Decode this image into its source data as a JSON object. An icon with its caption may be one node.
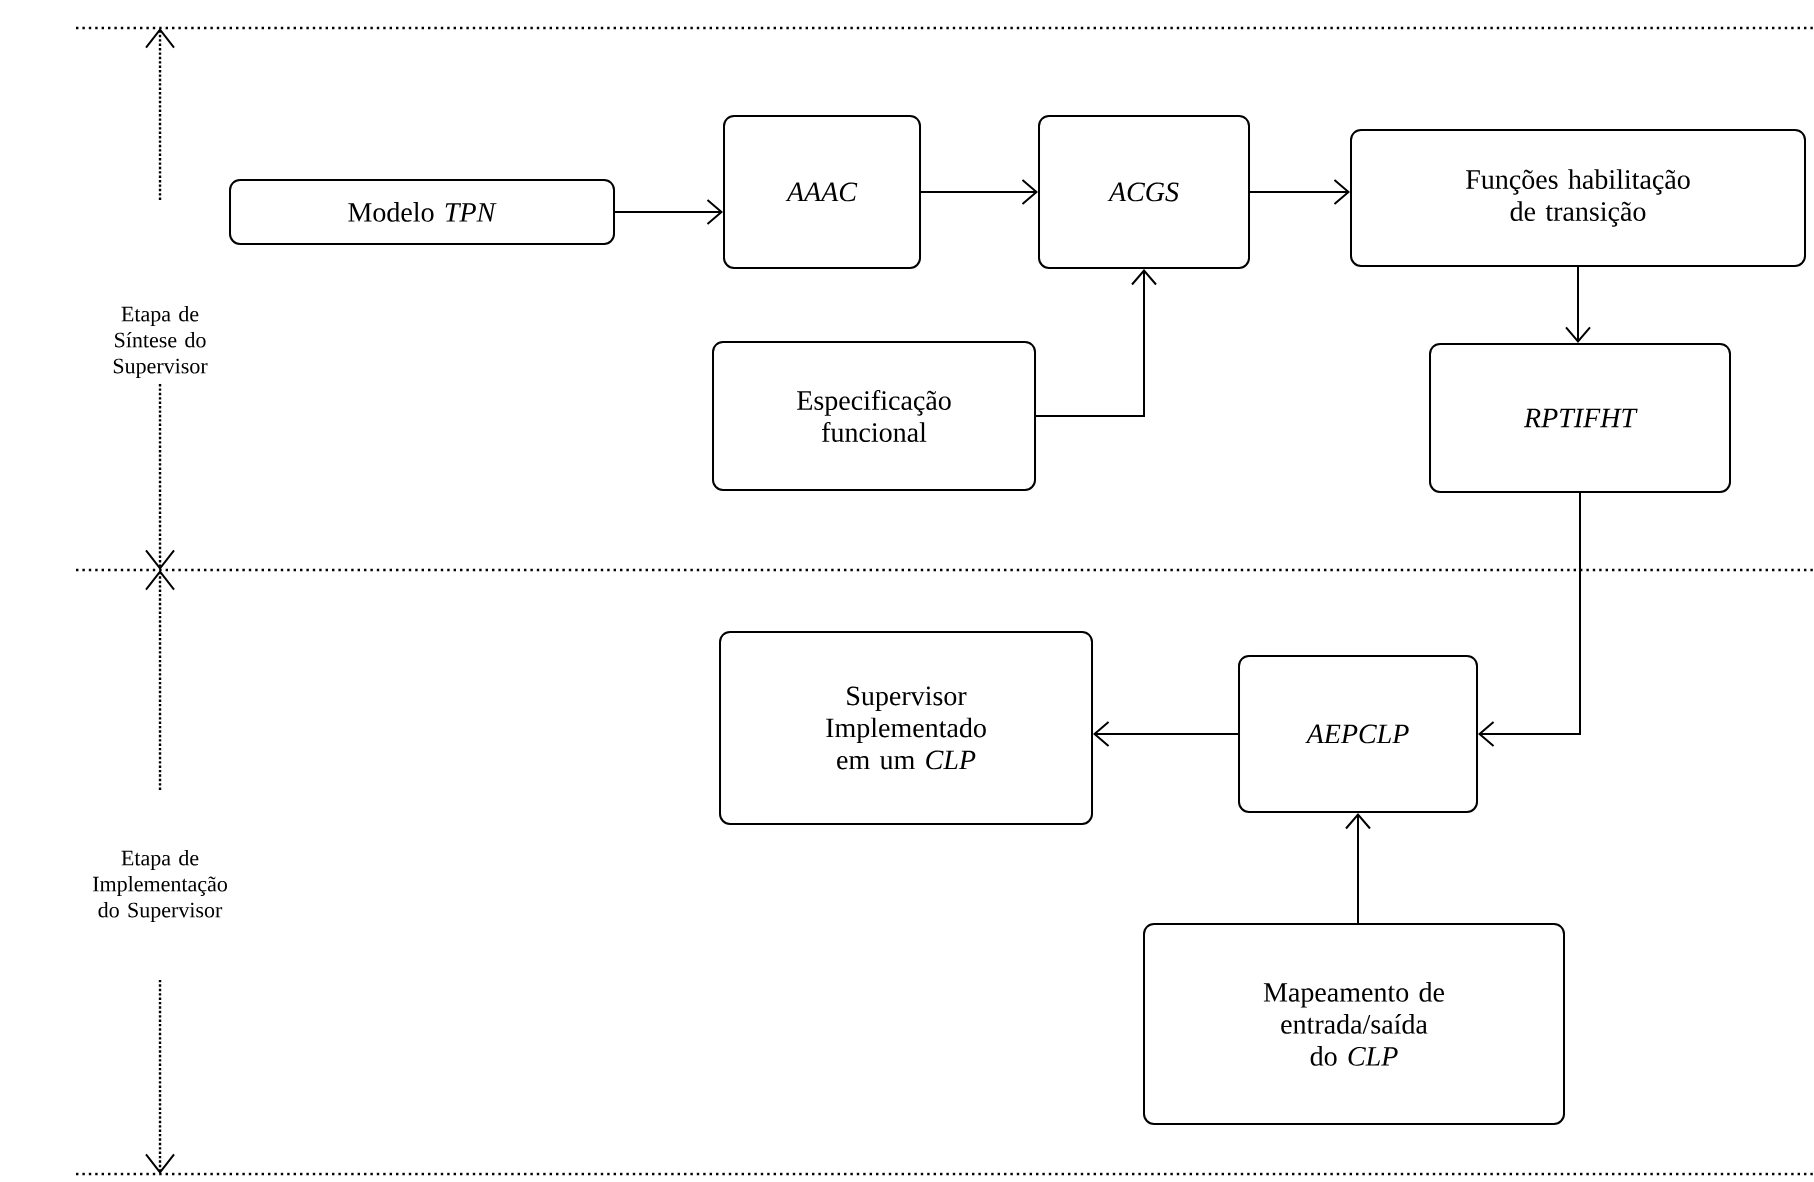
{
  "diagram": {
    "nodes": [
      {
        "text": [
          "Modelo *TPN*"
        ]
      },
      {
        "text": [
          "AAAC"
        ]
      },
      {
        "text": [
          "ACGS"
        ]
      },
      {
        "text": [
          "Funções habilitação de transição"
        ]
      },
      {
        "text": [
          "Especificação funcional"
        ]
      },
      {
        "text": [
          "RPTIFHT"
        ]
      },
      {
        "text": [
          "Supervisor Implementado em um *CLP*"
        ]
      },
      {
        "text": [
          "AEPCLP"
        ]
      },
      {
        "text": [
          "Mapeamento de entrada/saída do *CLP*"
        ]
      }
    ],
    "edges": [
      {
        "from": 0,
        "to": 1,
        "arrow": "to"
      },
      {
        "from": 1,
        "to": 2,
        "arrow": "to"
      },
      {
        "from": 2,
        "to": 3,
        "arrow": "to"
      },
      {
        "from": 4,
        "to": 2,
        "arrow": "to"
      },
      {
        "from": 3,
        "to": 5,
        "arrow": "to"
      },
      {
        "from": 5,
        "to": 7,
        "arrow": "to"
      },
      {
        "from": 7,
        "to": 6,
        "arrow": "to"
      },
      {
        "from": 8,
        "to": 7,
        "arrow": "to"
      }
    ],
    "labels": [
      "Etapa de Síntese do Supervisor",
      "Etapa de Implementação do Supervisor"
    ]
  }
}
